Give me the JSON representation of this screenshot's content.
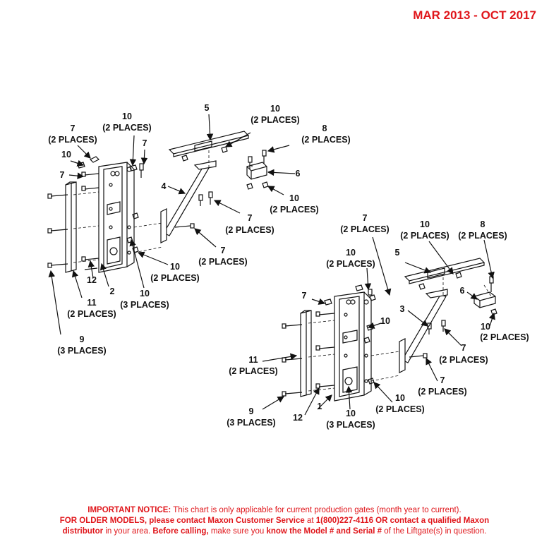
{
  "header": {
    "date_range": "MAR 2013 - OCT 2017"
  },
  "diagram": {
    "left_labels": [
      {
        "n": "7",
        "q": "(2 PLACES)"
      },
      {
        "n": "10",
        "q": "(2 PLACES)"
      },
      {
        "n": "7",
        "q": ""
      },
      {
        "n": "10",
        "q": ""
      },
      {
        "n": "7",
        "q": ""
      },
      {
        "n": "5",
        "q": ""
      },
      {
        "n": "10",
        "q": "(2 PLACES)"
      },
      {
        "n": "8",
        "q": "(2 PLACES)"
      },
      {
        "n": "6",
        "q": ""
      },
      {
        "n": "10",
        "q": "(2 PLACES)"
      },
      {
        "n": "4",
        "q": ""
      },
      {
        "n": "7",
        "q": "(2 PLACES)"
      },
      {
        "n": "7",
        "q": "(2 PLACES)"
      },
      {
        "n": "10",
        "q": "(2 PLACES)"
      },
      {
        "n": "10",
        "q": "(3 PLACES)"
      },
      {
        "n": "12",
        "q": ""
      },
      {
        "n": "2",
        "q": ""
      },
      {
        "n": "11",
        "q": "(2 PLACES)"
      },
      {
        "n": "9",
        "q": "(3 PLACES)"
      }
    ],
    "right_labels": [
      {
        "n": "7",
        "q": "(2 PLACES)"
      },
      {
        "n": "10",
        "q": "(2 PLACES)"
      },
      {
        "n": "8",
        "q": "(2 PLACES)"
      },
      {
        "n": "5",
        "q": ""
      },
      {
        "n": "10",
        "q": "(2 PLACES)"
      },
      {
        "n": "7",
        "q": ""
      },
      {
        "n": "6",
        "q": ""
      },
      {
        "n": "3",
        "q": ""
      },
      {
        "n": "10",
        "q": "(2 PLACES)"
      },
      {
        "n": "10",
        "q": ""
      },
      {
        "n": "7",
        "q": "(2 PLACES)"
      },
      {
        "n": "11",
        "q": "(2 PLACES)"
      },
      {
        "n": "7",
        "q": "(2 PLACES)"
      },
      {
        "n": "10",
        "q": "(2 PLACES)"
      },
      {
        "n": "9",
        "q": "(3 PLACES)"
      },
      {
        "n": "12",
        "q": ""
      },
      {
        "n": "1",
        "q": ""
      },
      {
        "n": "10",
        "q": "(3 PLACES)"
      }
    ]
  },
  "notice": {
    "l1_bold": "IMPORTANT NOTICE:",
    "l1_rest": " This chart is only applicable for current production gates (month year to current).",
    "l2_bold1": "FOR OLDER MODELS, please contact Maxon Customer Service",
    "l2_mid": " at ",
    "l2_bold2": "1(800)227-4116 OR contact a qualified Maxon",
    "l3_bold1": "distributor",
    "l3_mid1": " in your area. ",
    "l3_bold2": "Before calling,",
    "l3_mid2": " make sure you ",
    "l3_bold3": "know the Model # and Serial #",
    "l3_end": " of the Liftgate(s) in question."
  },
  "colors": {
    "accent": "#e0161b",
    "line": "#111111"
  }
}
